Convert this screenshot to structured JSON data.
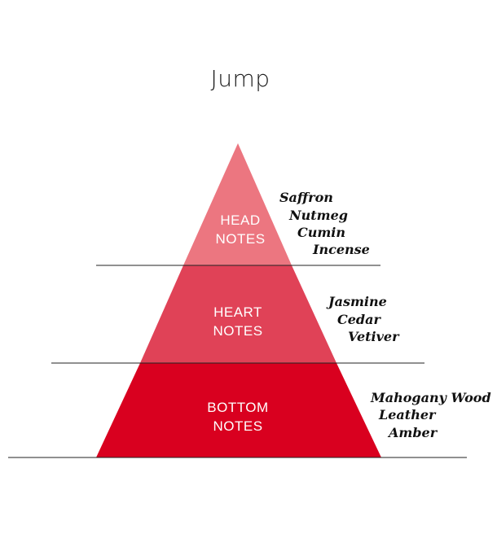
{
  "title": "Jump",
  "tiers": [
    {
      "key": "head",
      "label_lines": [
        "HEAD",
        "NOTES"
      ],
      "color": "#ec7680",
      "notes": [
        "Saffron",
        "Nutmeg",
        "Cumin",
        "Incense"
      ]
    },
    {
      "key": "heart",
      "label_lines": [
        "HEART",
        "NOTES"
      ],
      "color": "#e04257",
      "notes": [
        "Jasmine",
        "Cedar",
        "Vetiver"
      ]
    },
    {
      "key": "bottom",
      "label_lines": [
        "BOTTOM",
        "NOTES"
      ],
      "color": "#d9001f",
      "notes": [
        "Mahogany Wood",
        "Leather",
        "Amber"
      ]
    }
  ]
}
